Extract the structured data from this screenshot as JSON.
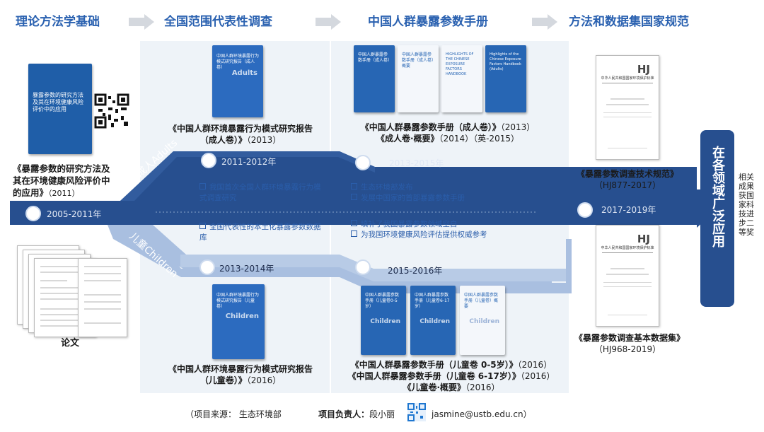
{
  "headers": [
    {
      "label": "理论方法学基础"
    },
    {
      "label": "全国范围代表性调查"
    },
    {
      "label": "中国人群暴露参数手册"
    },
    {
      "label": "方法和数据集国家规范"
    }
  ],
  "left": {
    "book_title": "暴露参数的研究方法及其在环境健康风险评价中的应用",
    "caption_line1": "《暴露参数的研究方法及",
    "caption_line2": "其在环境健康风险评价中",
    "caption_line3": "的应用》",
    "caption_year": "（2011）",
    "papers_label": "论文"
  },
  "timeline": {
    "start_period": "2005-2011年",
    "adults_label": "成人Adults",
    "children_label": "儿童Children",
    "adult_p1": "2011-2012年",
    "adult_p2": "2013-2015年",
    "child_p1": "2013-2014年",
    "child_p2": "2015-2016年",
    "end_period": "2017-2019年",
    "end_box": "在各领域广泛应用"
  },
  "survey": {
    "adult_book_title": "中国人群环境暴露行为模式研究报告（成人卷）",
    "adult_book_en": "Adults",
    "adult_caption_line1": "《中国人群环境暴露行为模式研究报告",
    "adult_caption_line2": "（成人卷）》",
    "adult_caption_year": "（2013）",
    "bullet1": "我国首次全国人群环境暴露行为模式调查研究",
    "bullet2": "全国代表性的本土化暴露参数数据库",
    "child_book_title": "中国人群环境暴露行为模式研究报告（儿童卷）",
    "child_book_en": "Children",
    "child_caption_line1": "《中国人群环境暴露行为模式研究报告",
    "child_caption_line2": "（儿童卷）》",
    "child_caption_year": "（2016）"
  },
  "handbook": {
    "adult_book1": "中国人群暴露参数手册（成人卷）",
    "adult_book2": "中国人群暴露参数手册（成人卷）概要",
    "adult_book3": "HIGHLIGHTS OF THE CHINESE EXPOSURE FACTORS HANDBOOK",
    "adult_book4": "Highlights of the Chinese Exposure Factors Handbook (Adults)",
    "adult_caption_line1": "《中国人群暴露参数手册（成人卷）》",
    "adult_caption_year1": "（2013）",
    "adult_caption_line2": "《成人卷·概要》",
    "adult_caption_year2": "（2014）（英-2015）",
    "bullet1": "生态环境部发布",
    "bullet2": "发展中国家的首部暴露参数手册",
    "bullet3": "填补了我国暴露参数领域空白",
    "bullet4": "为我国环境健康风险评估提供权威参考",
    "child_book1": "中国人群暴露参数手册（儿童卷0-5岁）",
    "child_book2": "中国人群暴露参数手册（儿童卷6-17岁）",
    "child_book3": "中国人群暴露参数手册（儿童卷）概要",
    "child_book_en": "Children",
    "child_caption_line1": "《中国人群暴露参数手册（儿童卷 0-5岁）》",
    "child_caption_year1": "（2016）",
    "child_caption_line2": "《中国人群暴露参数手册（儿童卷 6-17岁）》",
    "child_caption_year2": "（2016）",
    "child_caption_line3": "《儿童卷·概要》",
    "child_caption_year3": "（2016）"
  },
  "standards": {
    "doc_code": "HJ",
    "doc_org": "中华人民共和国国家环境保护标准",
    "std1_line1": "《暴露参数调查技术规范》",
    "std1_line2": "（HJ877-2017）",
    "std2_line1": "《暴露参数调查基本数据集》",
    "std2_line2": "（HJ968-2019）",
    "award_text": "相关成果获国家科技进步二等奖"
  },
  "footer": {
    "source": "（项目来源：",
    "source_value": "生态环境部",
    "leader": "项目负责人：",
    "leader_value": "段小丽",
    "email": "jasmine@ustb.edu.cn）"
  },
  "colors": {
    "header_blue": "#2a61b0",
    "dark_arrow": "#274f8f",
    "light_arrow": "#a9bfe0",
    "bullet_blue": "#2a5daa",
    "panel": "#eef3f8"
  }
}
